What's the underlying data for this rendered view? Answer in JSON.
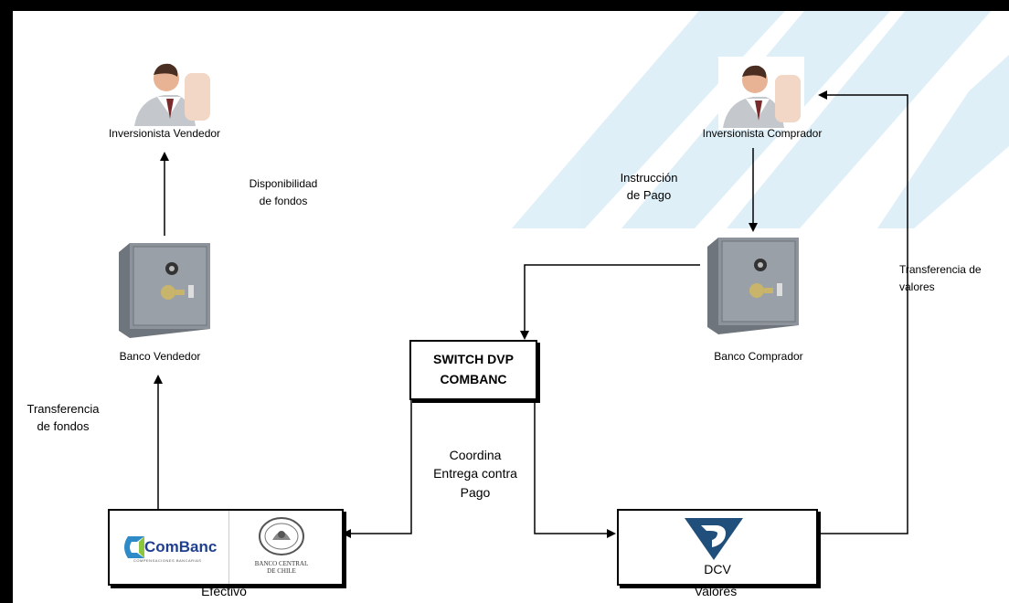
{
  "nodes": {
    "seller_investor": "Inversionista Vendedor",
    "buyer_investor": "Inversionista Comprador",
    "seller_bank": "Banco Vendedor",
    "buyer_bank": "Banco  Comprador",
    "switch": "SWITCH DVP\nCOMBANC",
    "cash": "Efectivo",
    "securities_dcv": "DCV",
    "securities": "Valores"
  },
  "edges": {
    "funds_availability": "Disponibilidad\nde fondos",
    "payment_instruction": "Instrucción\nde Pago",
    "funds_transfer": "Transferencia\nde fondos",
    "securities_transfer": "Transferencia de\nvalores",
    "coordinates_dvp": "Coordina\nEntrega contra\nPago"
  },
  "logos": {
    "combanc": "ComBanc",
    "combanc_sub": "COMPENSACIONES BANCARIAS",
    "central_bank": "BANCO CENTRAL\nDE CHILE"
  },
  "icons": [
    "investor-icon",
    "safe-icon",
    "arrow-icon",
    "dcv-logo-icon",
    "combanc-logo-icon",
    "central-bank-seal-icon"
  ],
  "colors": {
    "watermark": "#b9dcef",
    "safe_body": "#8d939a",
    "line": "#000000"
  }
}
